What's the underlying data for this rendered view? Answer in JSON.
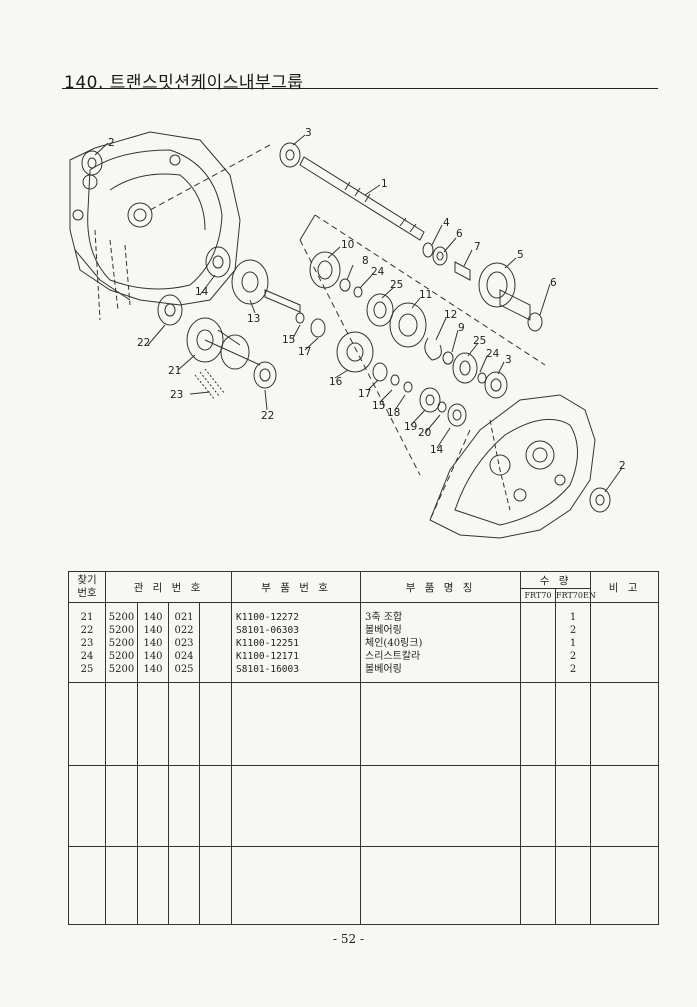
{
  "page": {
    "title": "140. 트랜스밋션케이스내부그룹",
    "page_number": "- 52 -"
  },
  "diagram": {
    "callouts": [
      "1",
      "2",
      "3",
      "4",
      "5",
      "6",
      "7",
      "8",
      "9",
      "10",
      "11",
      "12",
      "13",
      "14",
      "15",
      "16",
      "17",
      "18",
      "19",
      "20",
      "21",
      "22",
      "23",
      "24",
      "25"
    ]
  },
  "table": {
    "headers": {
      "ref_no_line1": "찾기",
      "ref_no_line2": "번호",
      "mgmt_no": "관 리 번 호",
      "part_no": "부 품 번 호",
      "part_name": "부 품 명 칭",
      "qty": "수 량",
      "qty_frt70": "FRT70",
      "qty_frt70en": "FRT70EN",
      "remarks": "비 고"
    },
    "rows": [
      {
        "ref": "21",
        "m1": "5200",
        "m2": "140",
        "m3": "021",
        "part_no": "K1100-12272",
        "name": "3축 조합",
        "qty_frt70": "",
        "qty_frt70en": "1"
      },
      {
        "ref": "22",
        "m1": "5200",
        "m2": "140",
        "m3": "022",
        "part_no": "S8101-06303",
        "name": "볼베어링",
        "qty_frt70": "",
        "qty_frt70en": "2"
      },
      {
        "ref": "23",
        "m1": "5200",
        "m2": "140",
        "m3": "023",
        "part_no": "K1100-12251",
        "name": "체인(40링크)",
        "qty_frt70": "",
        "qty_frt70en": "1"
      },
      {
        "ref": "24",
        "m1": "5200",
        "m2": "140",
        "m3": "024",
        "part_no": "K1100-12171",
        "name": "스리스트칼라",
        "qty_frt70": "",
        "qty_frt70en": "2"
      },
      {
        "ref": "25",
        "m1": "5200",
        "m2": "140",
        "m3": "025",
        "part_no": "S8101-16003",
        "name": "볼베어링",
        "qty_frt70": "",
        "qty_frt70en": "2"
      }
    ]
  }
}
